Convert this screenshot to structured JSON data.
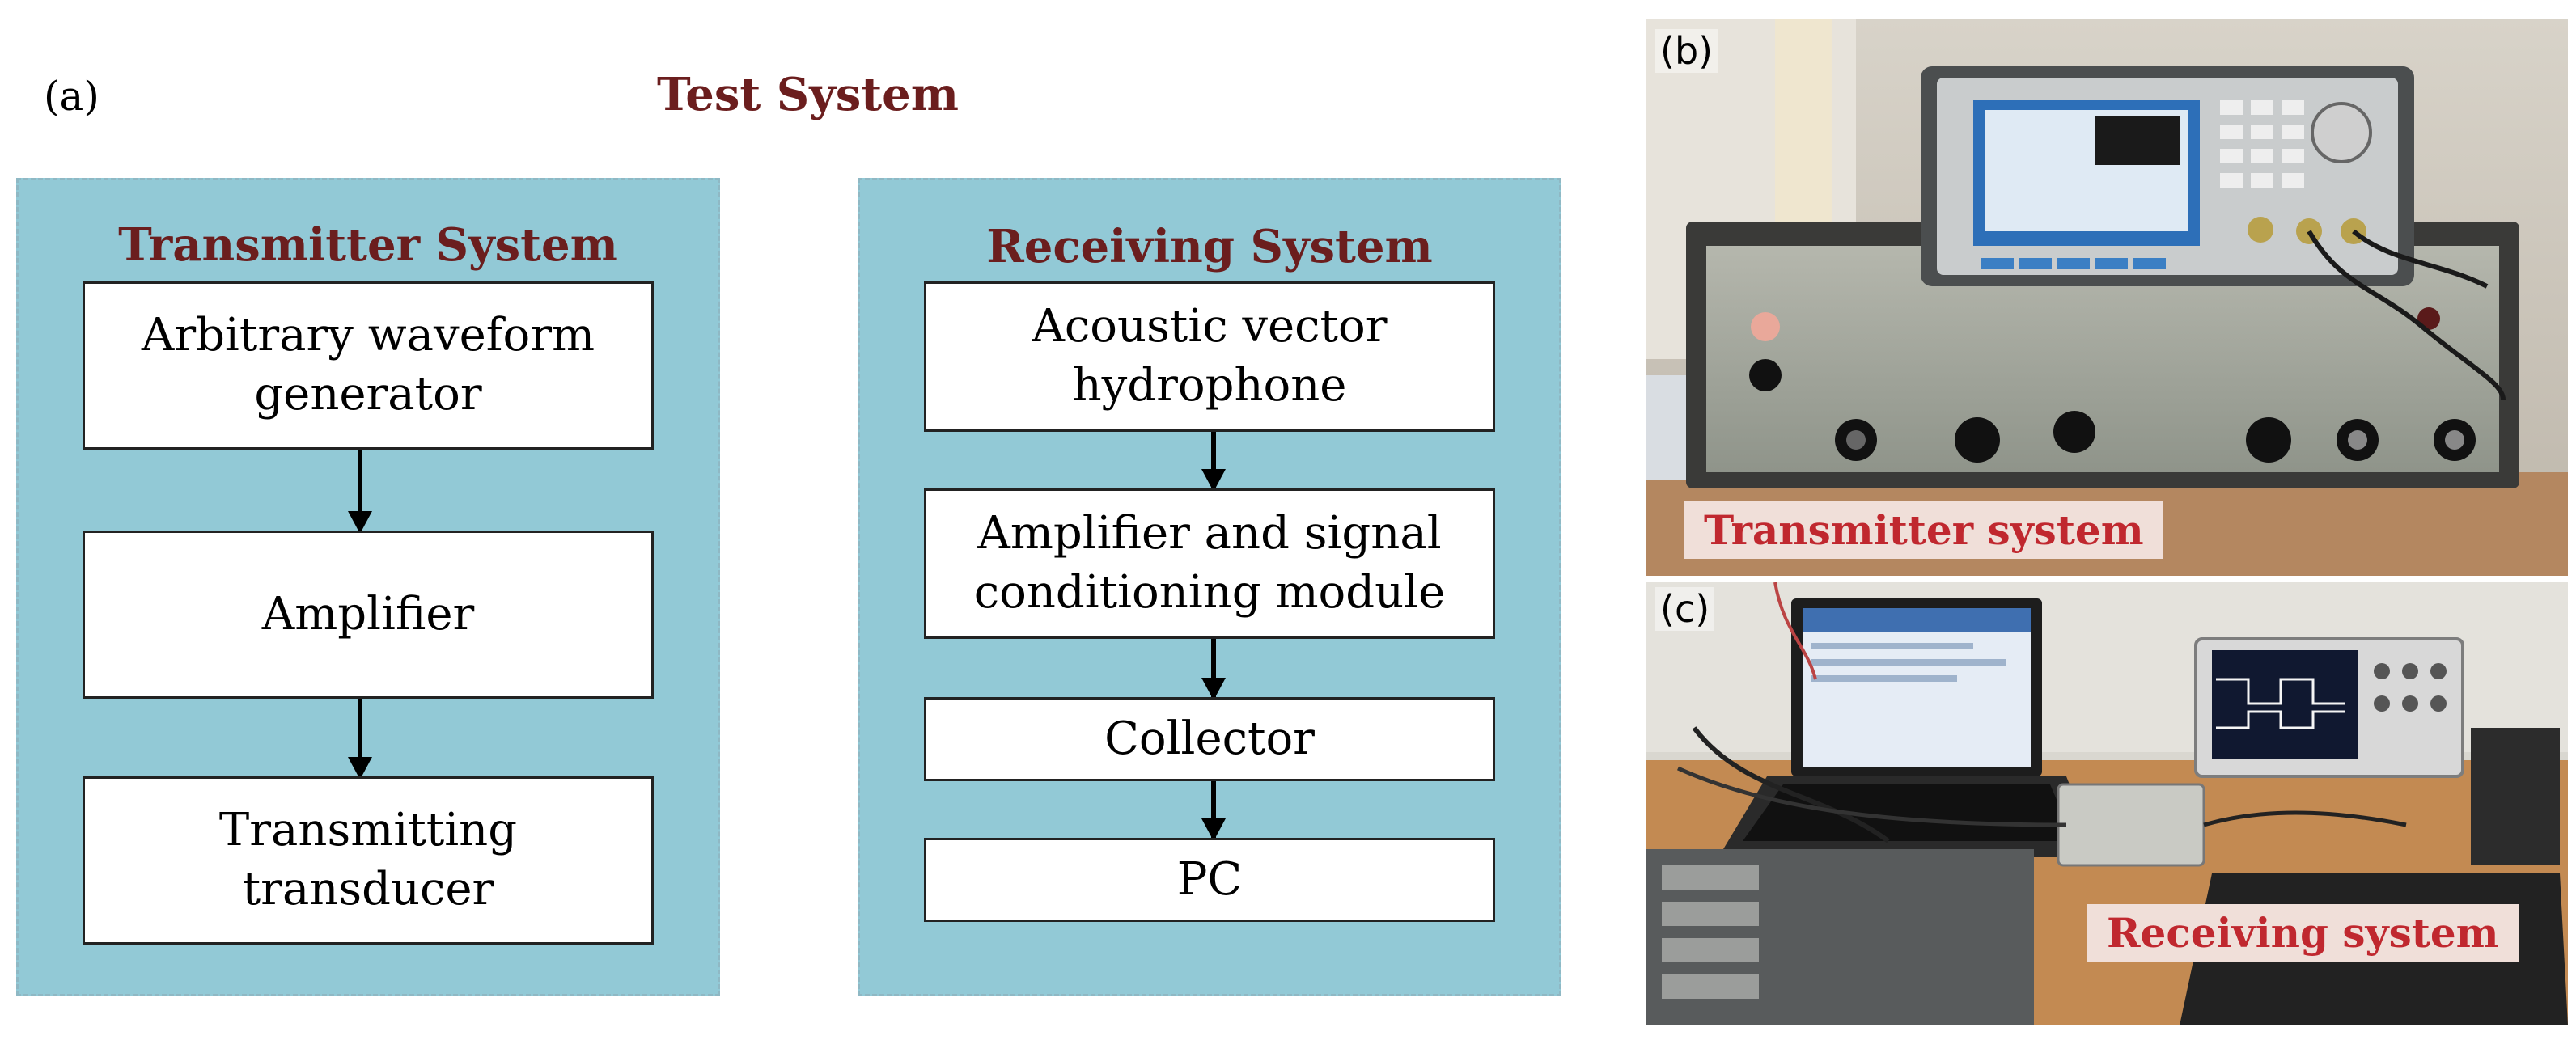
{
  "panel_a": {
    "label": "(a)",
    "title": "Test System",
    "transmitter": {
      "title": "Transmitter System",
      "boxes": [
        {
          "line1": "Arbitrary waveform",
          "line2": "generator"
        },
        {
          "line1": "Amplifier",
          "line2": ""
        },
        {
          "line1": "Transmitting",
          "line2": "transducer"
        }
      ]
    },
    "receiving": {
      "title": "Receiving System",
      "boxes": [
        {
          "line1": "Acoustic vector",
          "line2": "hydrophone"
        },
        {
          "line1": "Amplifier and signal",
          "line2": "conditioning module"
        },
        {
          "line1": "Collector",
          "line2": ""
        },
        {
          "line1": "PC",
          "line2": ""
        }
      ]
    }
  },
  "panel_b": {
    "label": "(b)",
    "caption": "Transmitter system"
  },
  "panel_c": {
    "label": "(c)",
    "caption": "Receiving system"
  },
  "colors": {
    "panel_bg": "#92c9d6",
    "title_text": "#6b1e1e",
    "caption_text": "#c0282f"
  }
}
